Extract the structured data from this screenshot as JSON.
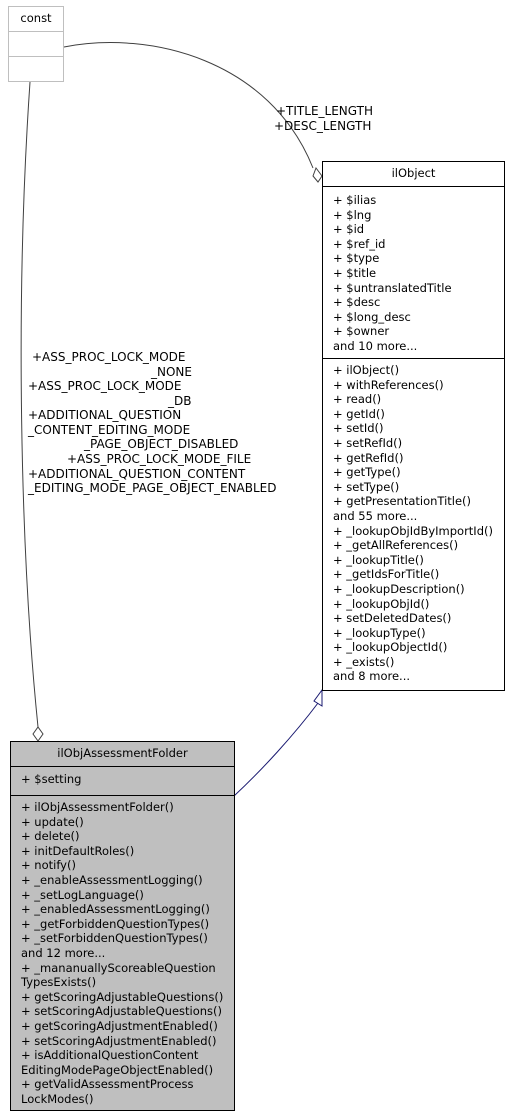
{
  "const_class": {
    "name": "const"
  },
  "ilobject": {
    "name": "ilObject",
    "attributes": [
      "+ $ilias",
      "+ $lng",
      "+ $id",
      "+ $ref_id",
      "+ $type",
      "+ $title",
      "+ $untranslatedTitle",
      "+ $desc",
      "+ $long_desc",
      "+ $owner",
      "and 10 more..."
    ],
    "methods": [
      "+ ilObject()",
      "+ withReferences()",
      "+ read()",
      "+ getId()",
      "+ setId()",
      "+ setRefId()",
      "+ getRefId()",
      "+ getType()",
      "+ setType()",
      "+ getPresentationTitle()",
      "and 55 more...",
      "+ _lookupObjIdByImportId()",
      "+ _getAllReferences()",
      "+ _lookupTitle()",
      "+ _getIdsForTitle()",
      "+ _lookupDescription()",
      "+ _lookupObjId()",
      "+ setDeletedDates()",
      "+ _lookupType()",
      "+ _lookupObjectId()",
      "+ _exists()",
      "and 8 more..."
    ]
  },
  "assessment_folder": {
    "name": "ilObjAssessmentFolder",
    "attributes": [
      "+ $setting"
    ],
    "methods": [
      "+ ilObjAssessmentFolder()",
      "+ update()",
      "+ delete()",
      "+ initDefaultRoles()",
      "+ notify()",
      "+ _enableAssessmentLogging()",
      "+ _setLogLanguage()",
      "+ _enabledAssessmentLogging()",
      "+ _getForbiddenQuestionTypes()",
      "+ _setForbiddenQuestionTypes()",
      "and 12 more...",
      "+ _mananuallyScoreableQuestion",
      "TypesExists()",
      "+ getScoringAdjustableQuestions()",
      "+ setScoringAdjustableQuestions()",
      "+ getScoringAdjustmentEnabled()",
      "+ setScoringAdjustmentEnabled()",
      "+ isAdditionalQuestionContent",
      "EditingModePageObjectEnabled()",
      "+ getValidAssessmentProcess",
      "LockModes()"
    ]
  },
  "edge_labels": {
    "title_length": "+TITLE_LENGTH",
    "desc_length": "+DESC_LENGTH",
    "lock_none_1": "+ASS_PROC_LOCK_MODE",
    "lock_none_2": "_NONE",
    "lock_db_1": "+ASS_PROC_LOCK_MODE",
    "lock_db_2": "_DB",
    "addq_disabled_1": "+ADDITIONAL_QUESTION",
    "addq_disabled_2": "_CONTENT_EDITING_MODE",
    "addq_disabled_3": "_PAGE_OBJECT_DISABLED",
    "lock_file": "+ASS_PROC_LOCK_MODE_FILE",
    "addq_enabled_1": "+ADDITIONAL_QUESTION_CONTENT",
    "addq_enabled_2": "_EDITING_MODE_PAGE_OBJECT_ENABLED"
  },
  "colors": {
    "derived_fill": "#bfbfbf",
    "inheritance_edge": "#191970",
    "assoc_edge": "#404040",
    "const_border": "#bfbfbf"
  }
}
